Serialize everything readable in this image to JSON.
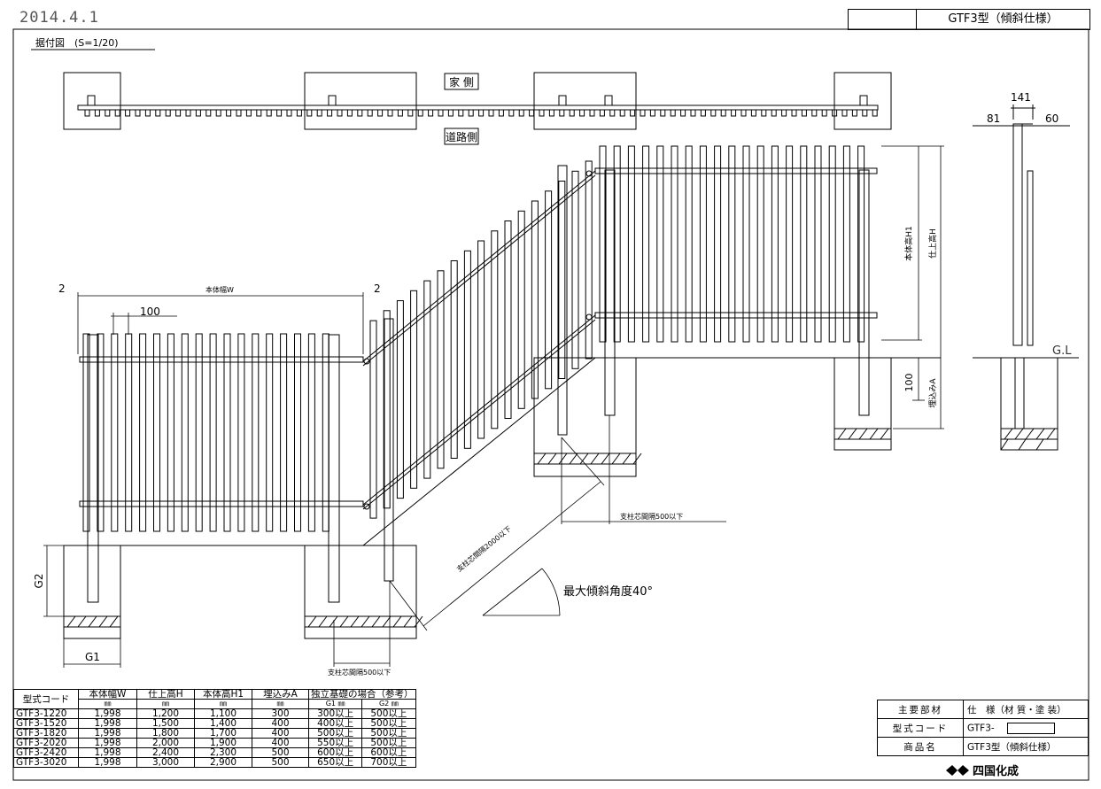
{
  "date": "2014.4.1",
  "model_title": "GTF3型（傾斜仕様）",
  "drawing_label": "据付図　(S=1/20)",
  "plan": {
    "house_side": "家 側",
    "road_side": "道路側"
  },
  "dims": {
    "d2_left": "2",
    "d2_right": "2",
    "body_width_label": "本体幅W",
    "d100": "100",
    "d141": "141",
    "d81": "81",
    "d60": "60",
    "gl": "G.L",
    "body_height_label": "本体高H1",
    "finish_height_label": "仕上高H",
    "d100_bury": "100",
    "bury_label": "埋込みA",
    "g1": "G1",
    "g2": "G2",
    "post_span_2000": "支柱芯間隔2000以下",
    "post_span_500a": "支柱芯間隔500以下",
    "post_span_500b": "支柱芯間隔500以下",
    "max_angle": "最大傾斜角度40°"
  },
  "spec_table": {
    "headers": [
      "型式コード",
      "本体幅W",
      "仕上高H",
      "本体高H1",
      "埋込みA",
      "独立基礎の場合（参考）"
    ],
    "unit": "㎜",
    "sub_g1": "G1 ㎜",
    "sub_g2": "G2 ㎜",
    "rows": [
      [
        "GTF3-1220",
        "1,998",
        "1,200",
        "1,100",
        "300",
        "300以上",
        "500以上"
      ],
      [
        "GTF3-1520",
        "1,998",
        "1,500",
        "1,400",
        "400",
        "400以上",
        "500以上"
      ],
      [
        "GTF3-1820",
        "1,998",
        "1,800",
        "1,700",
        "400",
        "500以上",
        "500以上"
      ],
      [
        "GTF3-2020",
        "1,998",
        "2,000",
        "1,900",
        "400",
        "550以上",
        "500以上"
      ],
      [
        "GTF3-2420",
        "1,998",
        "2,400",
        "2,300",
        "500",
        "600以上",
        "600以上"
      ],
      [
        "GTF3-3020",
        "1,998",
        "3,000",
        "2,900",
        "500",
        "650以上",
        "700以上"
      ]
    ]
  },
  "product_box": {
    "row1_key": "主要部材",
    "row1_val": "仕　様（材 質・塗 装）",
    "row2_key": "型式コード",
    "row2_val": "GTF3-",
    "row3_key": "商品名",
    "row3_val": "GTF3型（傾斜仕様）",
    "maker": "四国化成"
  }
}
